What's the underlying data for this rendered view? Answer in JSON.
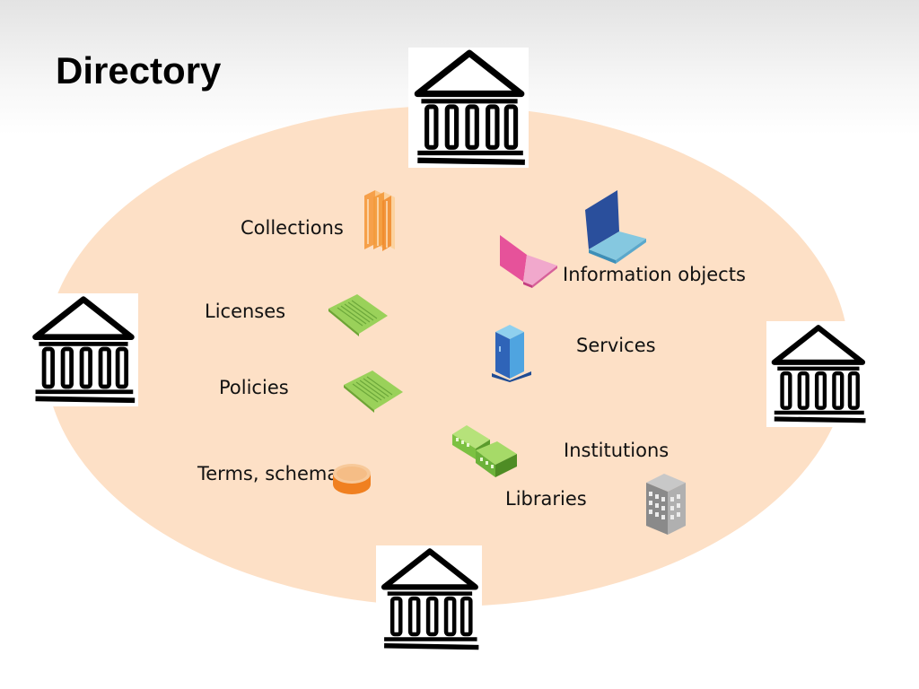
{
  "slide": {
    "title": "Directory"
  },
  "labels": {
    "collections": "Collections",
    "licenses": "Licenses",
    "policies": "Policies",
    "terms_schema": "Terms, schema",
    "information_objects": "Information objects",
    "services": "Services",
    "institutions": "Institutions",
    "libraries": "Libraries"
  },
  "colors": {
    "ellipse_fill": "#fde0c6",
    "book_orange": "#f6a04a",
    "document_green": "#9ad15a",
    "laptop_blue": "#2a4f9c",
    "laptop_pink": "#e6529a",
    "server_blue": "#3a7fd0",
    "disk_orange": "#f08020",
    "library_green": "#7cc142",
    "office_gray": "#8a8a8a"
  },
  "icons": {
    "building": "museum-icon",
    "collections": "books-icon",
    "licenses": "document-icon",
    "policies": "document-icon",
    "terms_schema": "database-icon",
    "information_objects": "laptop-icon",
    "services": "server-icon",
    "institutions": "library-building-icon",
    "libraries": "office-building-icon"
  }
}
